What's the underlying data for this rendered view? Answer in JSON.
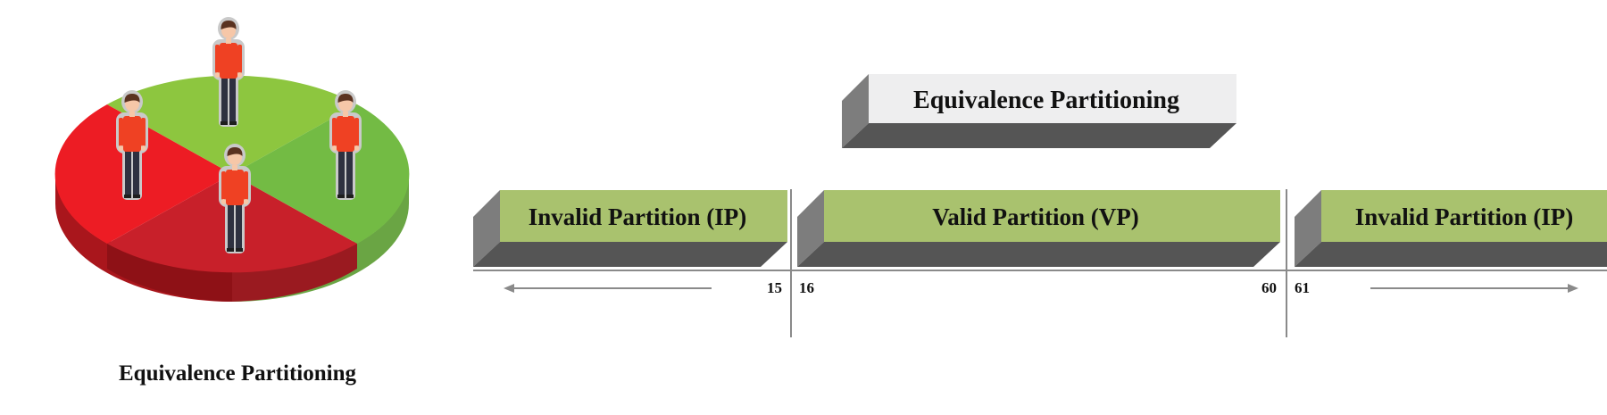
{
  "left_caption": "Equivalence Partitioning",
  "header_box": {
    "label": "Equivalence Partitioning"
  },
  "partitions": [
    {
      "label": "Invalid Partition (IP)",
      "start_value": "",
      "end_value": "15",
      "arrow": "left"
    },
    {
      "label": "Valid Partition (VP)",
      "start_value": "16",
      "end_value": "60",
      "arrow": "none"
    },
    {
      "label": "Invalid Partition (IP)",
      "start_value": "61",
      "end_value": "",
      "arrow": "right"
    }
  ],
  "colors": {
    "partition_face": "#a9c26e",
    "header_face": "#eeeeef",
    "box_side": "#7d7d7d",
    "box_bottom": "#555555",
    "pie_red": "#ed1c24",
    "pie_red_dark": "#c8202a",
    "pie_green_light": "#8dc63f",
    "pie_green": "#73bb44",
    "shirt": "#ef4123",
    "pants": "#2e3140",
    "hair": "#5a3220",
    "skin": "#f6c7a8"
  },
  "icons": [
    "person-icon",
    "pie-chart-icon",
    "left-arrow-icon",
    "right-arrow-icon"
  ]
}
